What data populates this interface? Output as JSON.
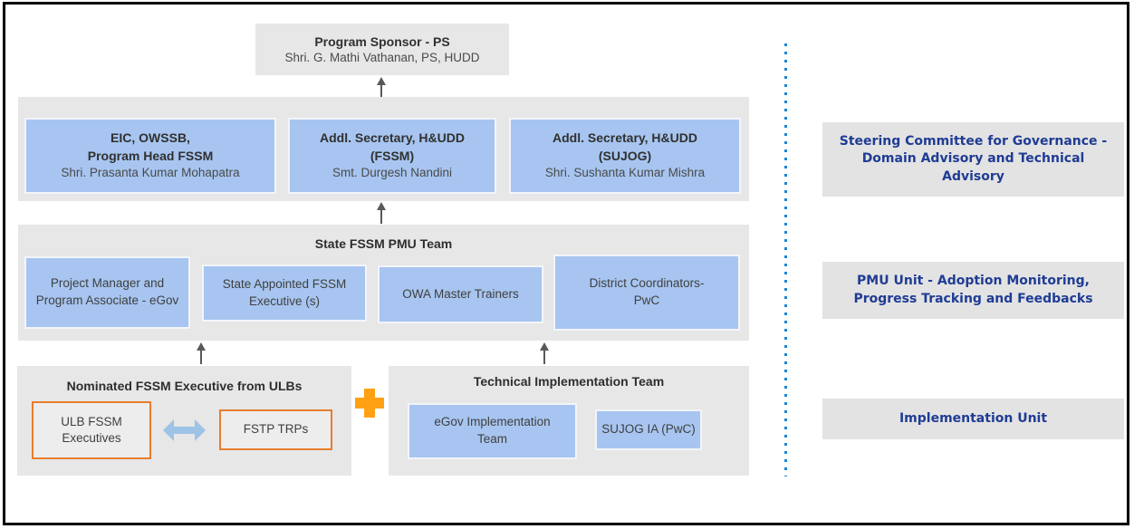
{
  "sponsor": {
    "title": "Program Sponsor - PS",
    "name": "Shri. G. Mathi Vathanan, PS, HUDD"
  },
  "executives": {
    "boxes": [
      {
        "line1": "EIC, OWSSB,",
        "line2": "Program Head FSSM",
        "name": "Shri. Prasanta Kumar Mohapatra"
      },
      {
        "line1": "Addl. Secretary, H&UDD",
        "line2": "(FSSM)",
        "name": "Smt. Durgesh Nandini"
      },
      {
        "line1": "Addl. Secretary, H&UDD",
        "line2": "(SUJOG)",
        "name": "Shri. Sushanta Kumar Mishra"
      }
    ]
  },
  "pmu": {
    "title": "State FSSM PMU Team",
    "boxes": [
      {
        "label": "Project Manager and Program Associate - eGov"
      },
      {
        "label": "State Appointed FSSM Executive (s)"
      },
      {
        "label": "OWA Master Trainers"
      },
      {
        "label": "District Coordinators- PwC"
      }
    ]
  },
  "ulb": {
    "title": "Nominated FSSM Executive from ULBs",
    "box1": "ULB FSSM Executives",
    "box2": "FSTP TRPs"
  },
  "tech": {
    "title": "Technical Implementation Team",
    "box1": "eGov Implementation Team",
    "box2": "SUJOG IA (PwC)"
  },
  "right_panel": {
    "labels": [
      {
        "text": "Steering Committee for Governance - Domain Advisory and Technical Advisory"
      },
      {
        "text": "PMU Unit - Adoption Monitoring, Progress Tracking and Feedbacks"
      },
      {
        "text": "Implementation Unit"
      }
    ]
  },
  "colors": {
    "box_blue": "#a7c5f0",
    "container_gray": "#e7e7e7",
    "right_label_gray": "#e3e3e3",
    "navy_text": "#1f3c94",
    "plus_orange": "#ffa113",
    "orange_box_border": "#e87d2e",
    "up_arrow_gray": "#595959",
    "double_arrow_blue": "#9dc3e6",
    "divider_blue": "#1a86d8",
    "frame_black": "#000000"
  }
}
